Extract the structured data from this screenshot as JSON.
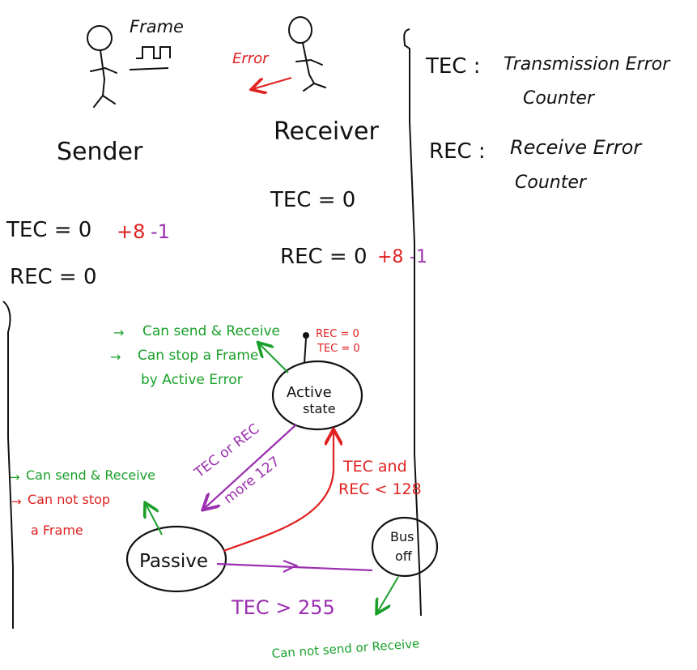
{
  "colors": {
    "ink": "#111111",
    "red": "#e02020",
    "green": "#1aa02a",
    "purple": "#9b2fb0"
  },
  "top": {
    "frame_label": "Frame",
    "error_label": "Error",
    "sender_label": "Sender",
    "receiver_label": "Receiver",
    "sender_tec": "TEC = 0",
    "sender_tec_inc": "+8",
    "sender_tec_dec": "-1",
    "sender_rec": "REC = 0",
    "receiver_tec": "TEC = 0",
    "receiver_rec": "REC = 0",
    "receiver_rec_inc": "+8",
    "receiver_rec_dec": "-1"
  },
  "legend": {
    "tec_abbr": "TEC :",
    "tec_full_line1": "Transmission Error",
    "tec_full_line2": "Counter",
    "rec_abbr": "REC :",
    "rec_full_line1": "Receive Error",
    "rec_full_line2": "Counter"
  },
  "diagram": {
    "init_rec": "REC = 0",
    "init_tec": "TEC = 0",
    "active_line1": "Active",
    "active_line2": "state",
    "active_note1": "Can send & Receive",
    "active_note2": "Can stop a Frame",
    "active_note3": "by Active Error",
    "passive_label": "Passive",
    "passive_note1": "Can send & Receive",
    "passive_note2": "Can not stop",
    "passive_note3": "a Frame",
    "busoff_line1": "Bus",
    "busoff_line2": "off",
    "busoff_note": "Can not send or Receive",
    "to_passive_line1": "TEC or REC",
    "to_passive_line2": "more 127",
    "to_active_line1": "TEC and",
    "to_active_line2": "REC < 128",
    "to_busoff": "TEC > 255"
  }
}
